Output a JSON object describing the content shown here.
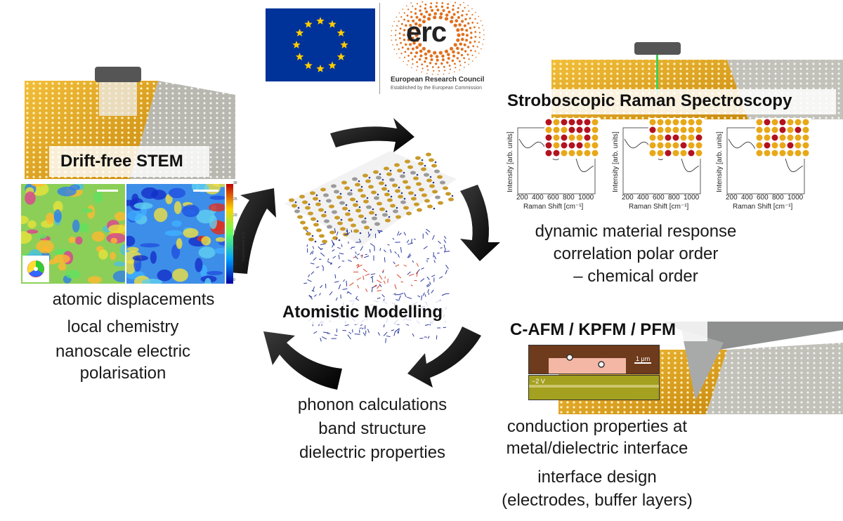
{
  "logos": {
    "erc_mark": "erc",
    "erc_name": "European Research Council",
    "erc_subtitle": "Established by the European Commission",
    "eu_flag_icon": "eu-flag-icon"
  },
  "stem": {
    "heading": "Drift-free STEM",
    "captions": [
      "atomic displacements",
      "local chemistry",
      "nanoscale electric",
      "polarisation"
    ],
    "colorbar_label": "Displacement [pm]",
    "colorbar_ticks": [
      "0",
      "5",
      "10",
      "15",
      "20",
      "25",
      "30"
    ]
  },
  "raman": {
    "heading": "Stroboscopic Raman Spectroscopy",
    "y_label": "Intensity [arb. units]",
    "x_label": "Raman Shift [cm⁻¹]",
    "x_ticks": [
      "200",
      "400",
      "600",
      "800",
      "1000"
    ],
    "captions": [
      "dynamic material response",
      "correlation polar order",
      "– chemical order"
    ]
  },
  "modelling": {
    "heading": "Atomistic Modelling",
    "captions": [
      "phonon calculations",
      "band structure",
      "dielectric properties"
    ]
  },
  "afm": {
    "heading": "C-AFM / KPFM / PFM",
    "scale_label": "1 μm",
    "voltage_label": "−2 V",
    "captions": [
      "conduction properties at",
      "metal/dielectric interface",
      "interface design",
      "(electrodes, buffer layers)"
    ]
  },
  "colors": {
    "gold": "#e8a818",
    "crimson": "#b3121f",
    "eu_blue": "#003399",
    "eu_star": "#ffcc00",
    "erc_orange": "#e0701e"
  }
}
